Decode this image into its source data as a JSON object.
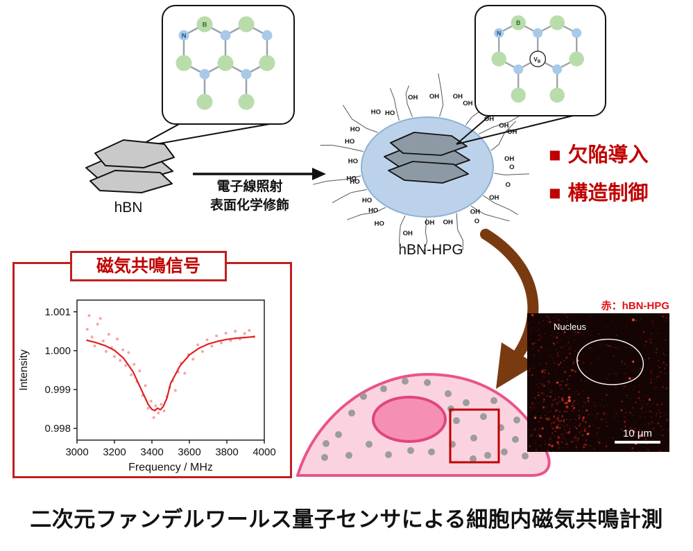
{
  "figure_title": "二次元ファンデルワールス量子センサによる細胞内磁気共鳴計測",
  "colors": {
    "accent_red": "#c00000",
    "box_red": "#bf2020",
    "arrow_brown": "#7a3a10",
    "cell_fill": "#fbd3e0",
    "cell_stroke": "#e8548b",
    "hpg_ellipse": "#bcd2ea",
    "atom_blue": "#a9c9e9",
    "atom_green": "#b9dcab"
  },
  "lattice": {
    "n_label": "N",
    "b_label": "B",
    "vb_main": "V",
    "vb_sub": "B"
  },
  "hbn": {
    "label": "hBN"
  },
  "process": {
    "line1": "電子線照射",
    "line2": "表面化学修飾"
  },
  "hbn_hpg": {
    "label": "hBN-HPG",
    "oh": "OH",
    "ho": "HO",
    "o": "O"
  },
  "bullets": [
    {
      "marker": "■",
      "label": "欠陥導入"
    },
    {
      "marker": "■",
      "label": "構造制御"
    }
  ],
  "resonance": {
    "box_title": "磁気共鳴信号"
  },
  "chart_data": {
    "type": "scatter",
    "title": "磁気共鳴信号",
    "xlabel": "Frequency / MHz",
    "ylabel": "Intensity",
    "xlim": [
      3000,
      4000
    ],
    "ylim": [
      0.9977,
      1.0013
    ],
    "xticks": [
      3000,
      3200,
      3400,
      3600,
      3800,
      4000
    ],
    "yticks": [
      0.998,
      0.999,
      1.0,
      1.001
    ],
    "ytick_labels": [
      "0.998",
      "0.999",
      "1.000",
      "1.001"
    ],
    "grid": false,
    "legend": "none",
    "line_color": "#e02020",
    "scatter_color": "#f29b9b",
    "line_x": [
      3050,
      3100,
      3150,
      3200,
      3250,
      3300,
      3350,
      3380,
      3400,
      3415,
      3430,
      3445,
      3460,
      3480,
      3500,
      3550,
      3600,
      3650,
      3700,
      3750,
      3800,
      3850,
      3900,
      3950
    ],
    "line_y": [
      1.00027,
      1.00021,
      1.00013,
      1.00001,
      0.9998,
      0.99945,
      0.99893,
      0.99862,
      0.99849,
      0.99846,
      0.99852,
      0.99848,
      0.99856,
      0.99878,
      0.99916,
      0.99961,
      0.99989,
      1.00006,
      1.00017,
      1.00024,
      1.00029,
      1.00032,
      1.00034,
      1.00036
    ],
    "scatter_x": [
      3055,
      3065,
      3080,
      3095,
      3110,
      3125,
      3140,
      3155,
      3170,
      3185,
      3200,
      3215,
      3230,
      3245,
      3260,
      3275,
      3290,
      3305,
      3320,
      3335,
      3350,
      3365,
      3380,
      3395,
      3410,
      3420,
      3435,
      3450,
      3465,
      3480,
      3495,
      3510,
      3525,
      3540,
      3555,
      3575,
      3595,
      3620,
      3645,
      3670,
      3695,
      3720,
      3745,
      3770,
      3795,
      3820,
      3845,
      3870,
      3895,
      3920,
      3945
    ],
    "scatter_y": [
      1.00055,
      1.0009,
      1.00035,
      1.00012,
      1.00068,
      1.00083,
      1.00025,
      0.99998,
      1.00042,
      1.00008,
      0.99985,
      1.0003,
      0.99975,
      1.00002,
      0.99962,
      0.99995,
      0.99938,
      0.99965,
      0.9992,
      0.99948,
      0.99885,
      0.9991,
      0.99852,
      0.9987,
      0.99828,
      0.99858,
      0.9984,
      0.99862,
      0.99845,
      0.99882,
      0.99905,
      0.99922,
      0.99898,
      0.99945,
      0.99968,
      0.99942,
      0.9999,
      0.99978,
      1.00015,
      0.99998,
      1.00028,
      1.00012,
      1.00038,
      1.0002,
      1.00045,
      1.00026,
      1.0005,
      1.0003,
      1.00044,
      1.00052,
      1.00036
    ]
  },
  "microscopy": {
    "caption": "赤：hBN-HPG",
    "nucleus_label": "Nucleus",
    "scale_label": "10 μm"
  }
}
